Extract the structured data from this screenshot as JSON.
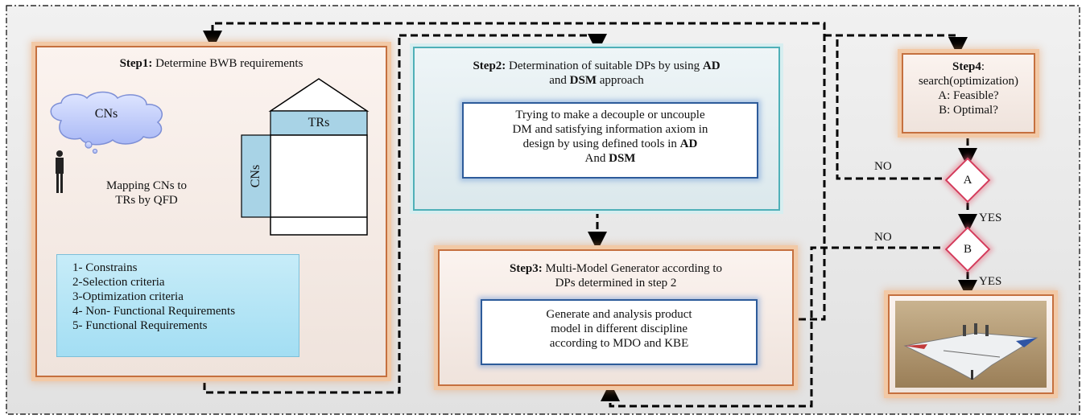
{
  "step1": {
    "title_bold": "Step1:",
    "title_rest": " Determine BWB requirements",
    "cloud_label": "CNs",
    "mapping_line1": "Mapping CNs to",
    "mapping_line2": "TRs by QFD",
    "house_roof_label": "TRs",
    "house_side_label": "CNs",
    "list": [
      "1- Constrains",
      "2-Selection criteria",
      "3-Optimization criteria",
      "4- Non- Functional Requirements",
      "5- Functional Requirements"
    ]
  },
  "step2": {
    "title_bold": "Step2:",
    "title_rest": " Determination of suitable DPs by using ",
    "title_ad": "AD",
    "title_and": "and ",
    "title_dsm": "DSM",
    "title_approach": " approach",
    "inner_line1": "Trying to make a decouple or uncouple",
    "inner_line2": "DM and satisfying information axiom in",
    "inner_line3_pre": "design by using defined tools in ",
    "inner_line3_ad": "AD",
    "inner_line4_pre": "And ",
    "inner_line4_dsm": "DSM"
  },
  "step3": {
    "title_bold": "Step3:",
    "title_rest": " Multi-Model Generator according to",
    "title_line2": "DPs determined in step 2",
    "inner_line1": "Generate and analysis product",
    "inner_line2": "model in different discipline",
    "inner_line3": "according to MDO and KBE"
  },
  "step4": {
    "title_bold": "Step4",
    "title_colon": ":",
    "line2": "search(optimization)",
    "line3": "A: Feasible?",
    "line4": "B: Optimal?"
  },
  "decisions": {
    "a_label": "A",
    "b_label": "B",
    "no_a": "NO",
    "no_b": "NO",
    "yes_a": "YES",
    "yes_b": "YES"
  },
  "colors": {
    "orange_border": "#c5703f",
    "teal_border": "#4fb0b8",
    "diamond_border": "#d43b5b",
    "dashed_blue": "#5b86c4"
  }
}
